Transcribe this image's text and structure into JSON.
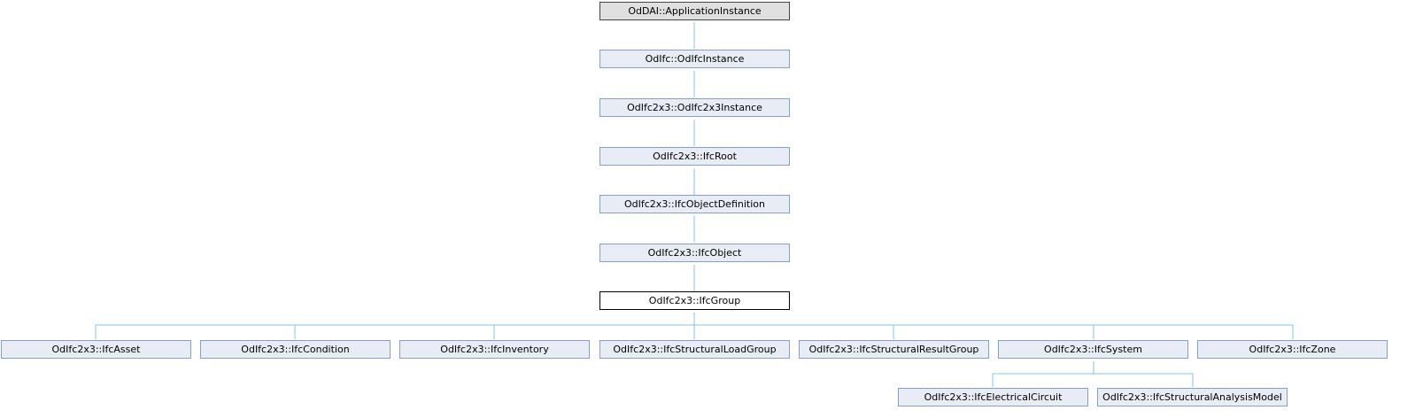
{
  "diagram": {
    "nodes": {
      "application_instance": "OdDAI::ApplicationInstance",
      "odifc_instance": "OdIfc::OdIfcInstance",
      "odifc2x3_instance": "OdIfc2x3::OdIfc2x3Instance",
      "ifc_root": "OdIfc2x3::IfcRoot",
      "ifc_object_definition": "OdIfc2x3::IfcObjectDefinition",
      "ifc_object": "OdIfc2x3::IfcObject",
      "ifc_group": "OdIfc2x3::IfcGroup",
      "ifc_asset": "OdIfc2x3::IfcAsset",
      "ifc_condition": "OdIfc2x3::IfcCondition",
      "ifc_inventory": "OdIfc2x3::IfcInventory",
      "ifc_structural_load_group": "OdIfc2x3::IfcStructuralLoadGroup",
      "ifc_structural_result_group": "OdIfc2x3::IfcStructuralResultGroup",
      "ifc_system": "OdIfc2x3::IfcSystem",
      "ifc_zone": "OdIfc2x3::IfcZone",
      "ifc_electrical_circuit": "OdIfc2x3::IfcElectricalCircuit",
      "ifc_structural_analysis_model": "OdIfc2x3::IfcStructuralAnalysisModel"
    },
    "colors": {
      "edge": "#8bc1e4",
      "node_fill": "#e8ecf5",
      "node_border": "#84a0c6",
      "root_fill": "#e0e0e0",
      "current_fill": "#ffffff"
    }
  }
}
